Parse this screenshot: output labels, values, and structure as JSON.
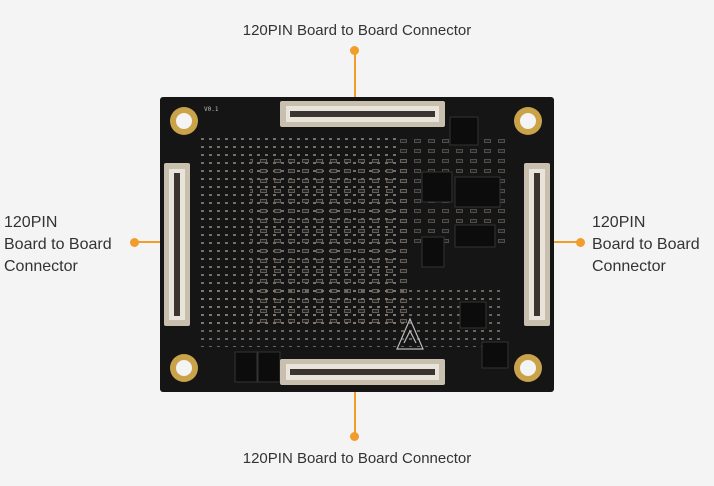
{
  "callouts": {
    "top": "120PIN Board to Board Connector",
    "bottom": "120PIN Board to Board Connector",
    "left": [
      "120PIN",
      "Board to Board",
      "Connector"
    ],
    "right": [
      "120PIN",
      "Board to Board",
      "Connector"
    ]
  },
  "board": {
    "silkscreen_version": "V0.1"
  },
  "colors": {
    "accent": "#f29c2b",
    "pcb": "#151515",
    "gold": "#c9a24a",
    "background": "#f4f4f4"
  }
}
